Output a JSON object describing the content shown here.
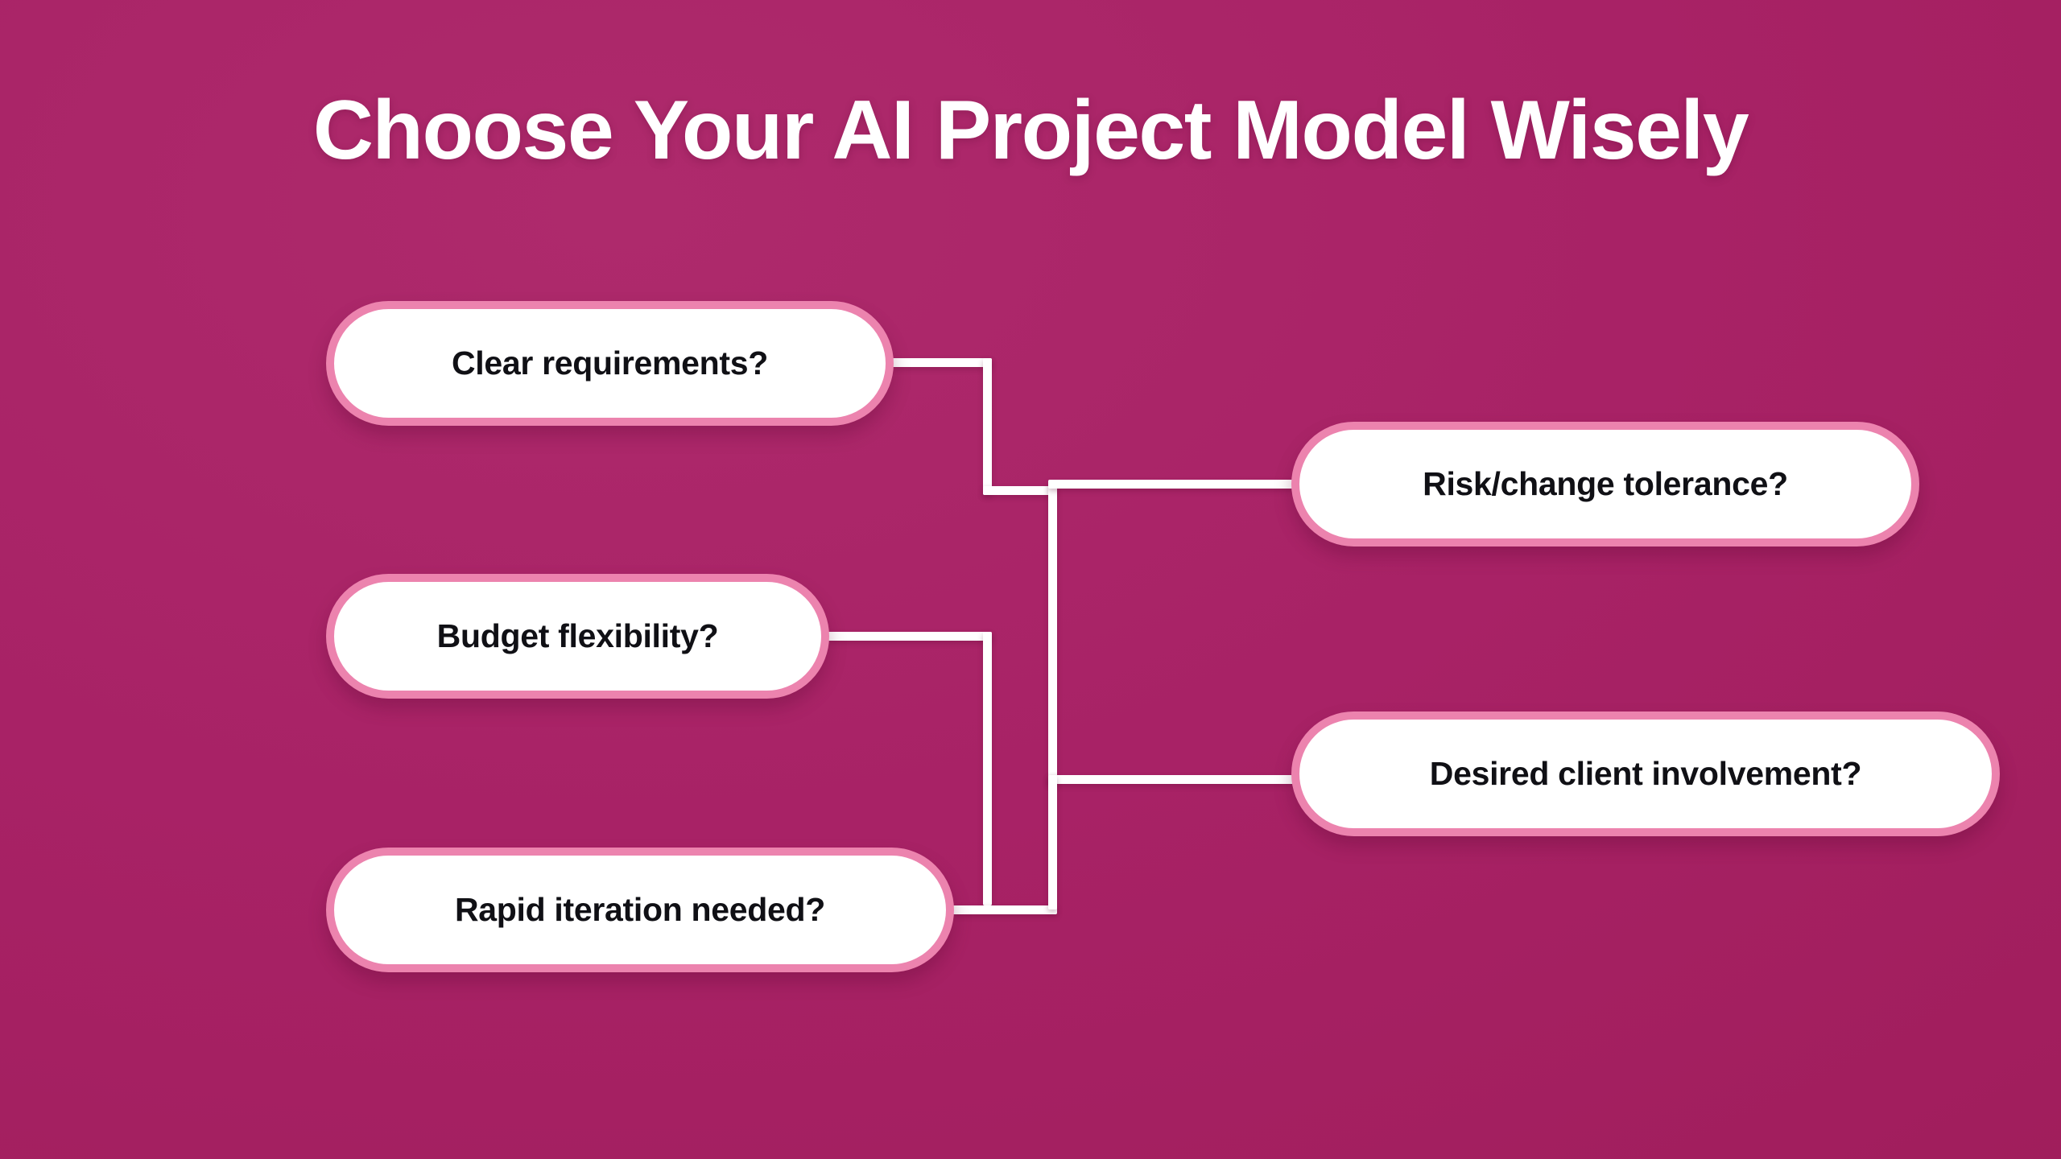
{
  "title": "Choose Your AI Project Model Wisely",
  "theme": {
    "background_start": "#AE2A6C",
    "background_end": "#9E1C59",
    "pill_fill": "#FFFFFF",
    "pill_border": "#EC83AE",
    "connector": "#FFFFFF",
    "title_color": "#FFFFFF",
    "label_color": "#101015"
  },
  "diagram": {
    "type": "decision-factor-map",
    "left_nodes": [
      {
        "id": "clear-requirements",
        "label": "Clear requirements?"
      },
      {
        "id": "budget-flexibility",
        "label": "Budget flexibility?"
      },
      {
        "id": "rapid-iteration",
        "label": "Rapid iteration needed?"
      }
    ],
    "right_nodes": [
      {
        "id": "risk-change-tolerance",
        "label": "Risk/change tolerance?"
      },
      {
        "id": "desired-client-involvement",
        "label": "Desired client involvement?"
      }
    ],
    "edges": [
      {
        "from": "clear-requirements",
        "to": "junction-left"
      },
      {
        "from": "budget-flexibility",
        "to": "junction-left"
      },
      {
        "from": "rapid-iteration",
        "to": "junction-left"
      },
      {
        "from": "junction-left",
        "to": "risk-change-tolerance"
      },
      {
        "from": "junction-left",
        "to": "desired-client-involvement"
      }
    ]
  }
}
